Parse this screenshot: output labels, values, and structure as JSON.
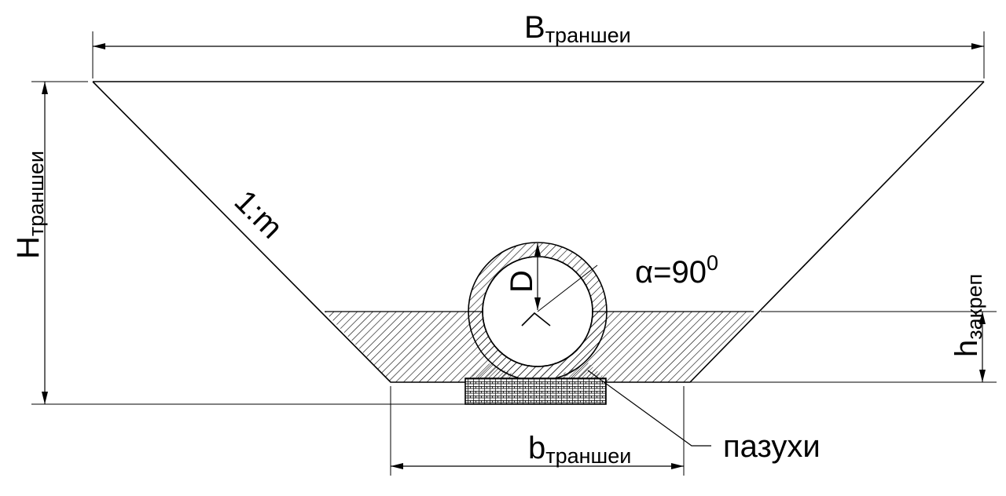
{
  "labels": {
    "width_top_main": "B",
    "width_top_sub": "траншеи",
    "height_main": "H",
    "height_sub": "траншеи",
    "slope": "1:m",
    "diameter": "D",
    "angle_main": "α=90",
    "angle_sup": "0",
    "fill_height_main": "h",
    "fill_height_sub": "закреп",
    "bottom_width_main": "b",
    "bottom_width_sub": "траншеи",
    "sinus": "пазухи"
  }
}
